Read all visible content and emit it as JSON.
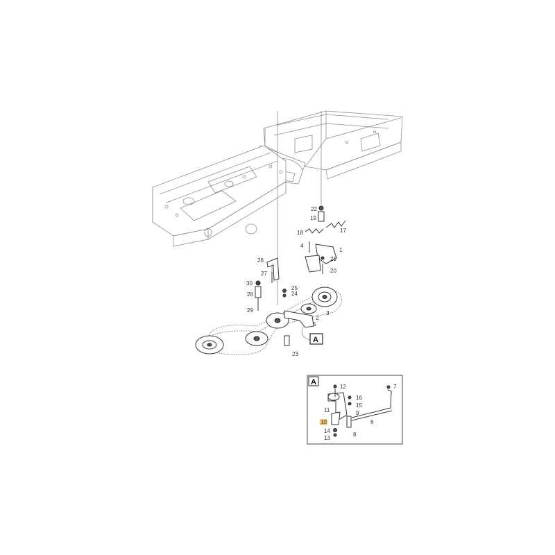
{
  "diagram": {
    "type": "exploded-parts-diagram",
    "detail_label": "A",
    "detail_box_label": "A",
    "highlighted_part": "10",
    "highlight_color": "#f5c97a",
    "main_callouts": [
      "1",
      "2",
      "3",
      "4",
      "5",
      "17",
      "18",
      "19",
      "20",
      "21",
      "22",
      "23",
      "24",
      "25",
      "26",
      "27",
      "28",
      "29",
      "30"
    ],
    "detail_callouts": [
      "6",
      "7",
      "8",
      "9",
      "10",
      "11",
      "12",
      "13",
      "14",
      "15",
      "16"
    ]
  }
}
